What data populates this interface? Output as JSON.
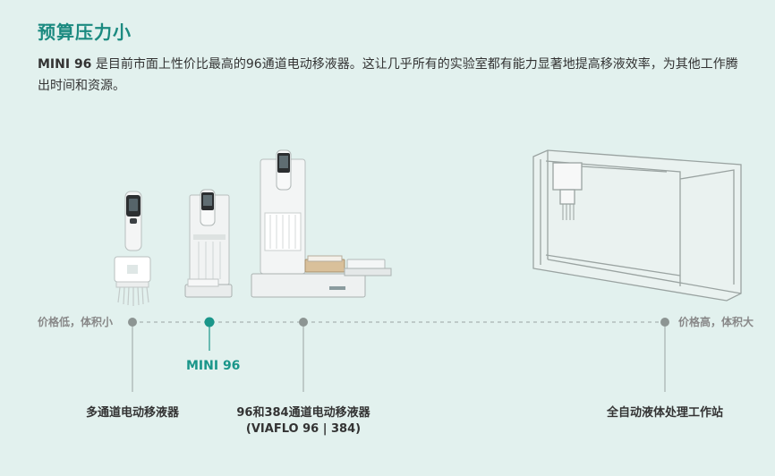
{
  "header": {
    "title": "预算压力小",
    "desc_bold": "MINI 96",
    "desc_rest": " 是目前市面上性价比最高的96通道电动移液器。这让几乎所有的实验室都有能力显著地提高移液效率，为其他工作腾出时间和资源。"
  },
  "scale": {
    "low_label": "价格低，体积小",
    "high_label": "价格高，体积大"
  },
  "products": {
    "multichannel": "多通道电动移液器",
    "mini96": "MINI 96",
    "viaflo_line1": "96和384通道电动移液器",
    "viaflo_line2": "(VIAFLO 96 | 384)",
    "workstation": "全自动液体处理工作站"
  },
  "colors": {
    "accent": "#1a968a",
    "background": "#e2f1ee",
    "marker": "#8d9593"
  }
}
